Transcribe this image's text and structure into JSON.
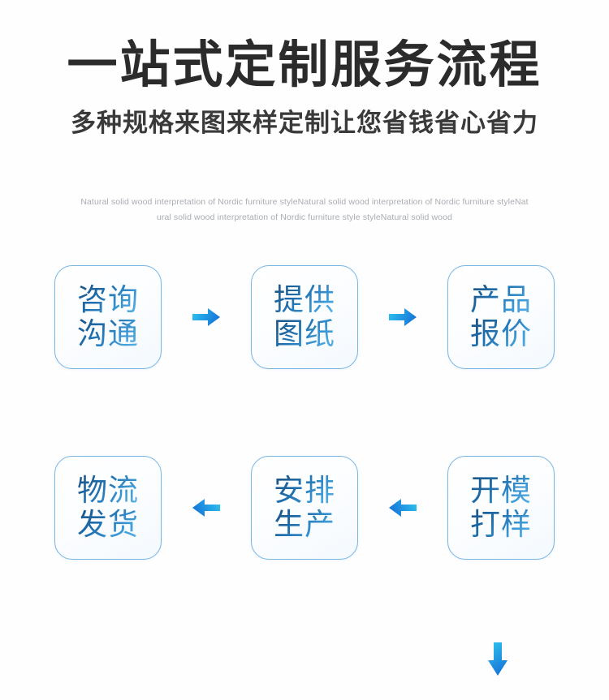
{
  "header": {
    "title": "一站式定制服务流程",
    "subtitle": "多种规格来图来样定制让您省钱省心省力",
    "description_lines": [
      "Natural solid wood interpretation of Nordic furniture styleNatural solid wood interpretation of Nordic furniture styleNat",
      "ural solid wood interpretation of Nordic furniture style styleNatural solid wood"
    ]
  },
  "flow": {
    "row_one": [
      {
        "line1": "咨询",
        "line2": "沟通"
      },
      {
        "line1": "提供",
        "line2": "图纸"
      },
      {
        "line1": "产品",
        "line2": "报价"
      }
    ],
    "row_two": [
      {
        "line1": "物流",
        "line2": "发货"
      },
      {
        "line1": "安排",
        "line2": "生产"
      },
      {
        "line1": "开模",
        "line2": "打样"
      }
    ],
    "arrows": {
      "row_one_direction": "right",
      "row_two_direction": "left",
      "connector_direction": "down"
    }
  },
  "colors": {
    "background": "#fefeff",
    "title_text": "#2b2b2b",
    "subtitle_text": "#3a3a3a",
    "description_text": "#a9adb2",
    "box_border": "#77b5e2",
    "step_text_gradient_start": "#1b4f7e",
    "step_text_gradient_end": "#63b6e6",
    "arrow_gradient_start": "#2ec5f0",
    "arrow_gradient_end": "#1878d8"
  }
}
